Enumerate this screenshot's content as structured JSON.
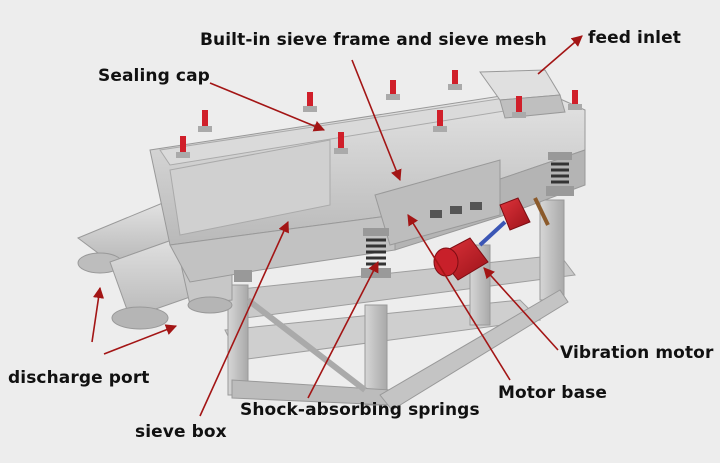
{
  "labels": {
    "sieve_frame_mesh": "Built-in sieve frame and sieve mesh",
    "feed_inlet": "feed inlet",
    "sealing_cap": "Sealing cap",
    "vibration_motor": "Vibration motor",
    "discharge_port": "discharge port",
    "motor_base": "Motor base",
    "shock_absorbing_springs": "Shock-absorbing springs",
    "sieve_box": "sieve box"
  },
  "colors": {
    "background": "#ededed",
    "arrow": "#a31515",
    "machine_body": "#cfcfcf",
    "frame_steel": "#bdbdbd",
    "motor": "#c8202a",
    "clamp_handle": "#d01f2a"
  }
}
